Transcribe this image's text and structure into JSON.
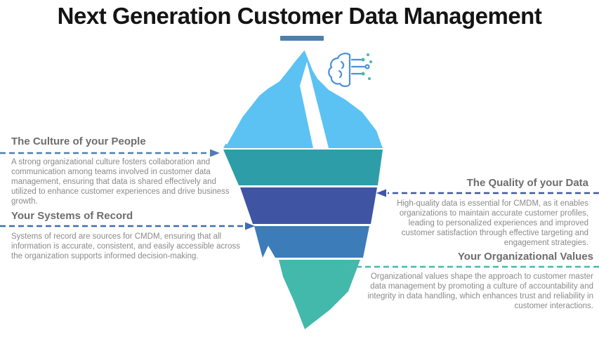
{
  "title": "Next Generation Customer Data Management",
  "sections": {
    "culture": {
      "heading": "The Culture of your People",
      "body": "A strong organizational culture fosters collaboration and communication among teams involved in customer data management, ensuring that data is shared effectively and utilized to enhance customer experiences and drive business growth."
    },
    "systems": {
      "heading": "Your Systems of Record",
      "body": "Systems of record are sources for CMDM, ensuring that all information is accurate, consistent, and easily accessible across the organization supports informed decision-making."
    },
    "quality": {
      "heading": "The Quality of your Data",
      "body": "High-quality data is essential for CMDM, as it enables organizations to maintain accurate customer profiles, leading to personalized experiences and improved customer satisfaction through effective targeting and engagement strategies."
    },
    "values": {
      "heading": "Your Organizational Values",
      "body": "Organizational values shape the approach to customer master data management by promoting a culture of accountability and integrity in data handling, which enhances trust and reliability in customer interactions."
    }
  },
  "icons": {
    "brain": "brain-circuit-icon"
  },
  "colors": {
    "accent_bar": "#4e7fab",
    "iceberg_top": "#5cc2f3",
    "iceberg_highlight": "#ffffff",
    "layer_teal": "#2d9ea8",
    "layer_indigo": "#3f55a4",
    "layer_blue": "#3c7cb9",
    "layer_green": "#43b9ab",
    "arrow_culture": "#4e7fae",
    "arrow_systems": "#3e6cb0",
    "arrow_quality": "#4056a8",
    "arrow_values": "#46b9ac",
    "icon_blue": "#4a90d9",
    "icon_teal": "#45b9ab"
  }
}
